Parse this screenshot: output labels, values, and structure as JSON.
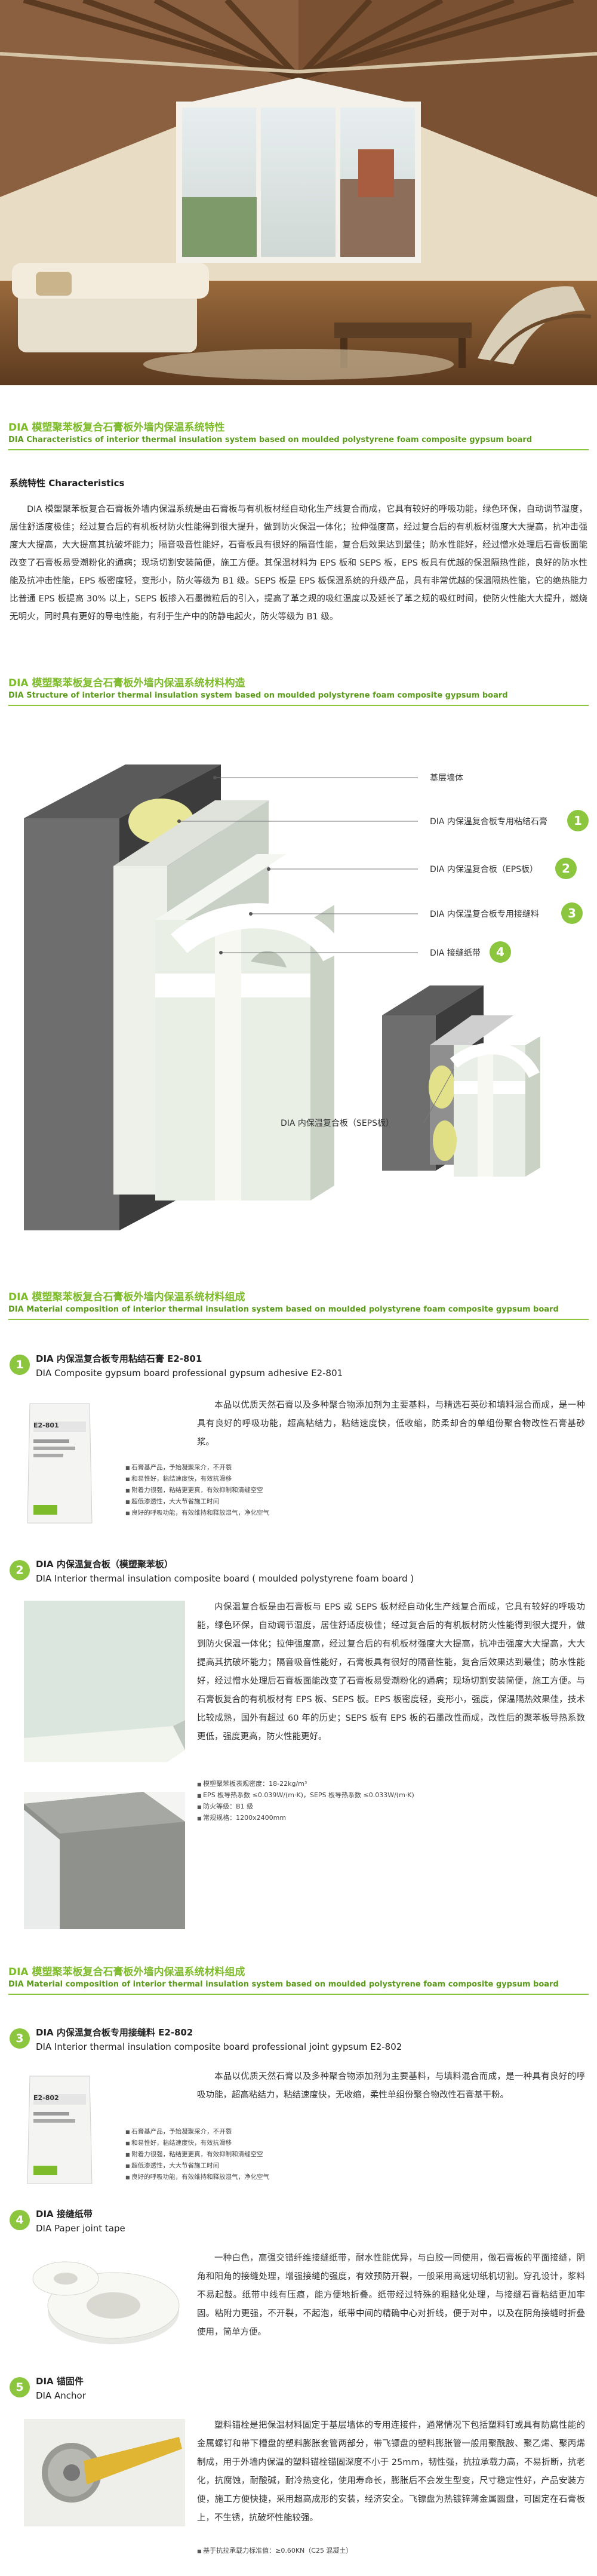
{
  "section1": {
    "title_cn": "DIA 模塑聚苯板复合石膏板外墙内保温系统特性",
    "title_en": "DIA Characteristics of interior thermal insulation system based on moulded polystyrene foam composite gypsum board",
    "subtitle": "系统特性  Characteristics",
    "paragraph": "DIA 模塑聚苯板复合石膏板外墙内保温系统是由石膏板与有机板材经自动化生产线复合而成，它具有较好的呼吸功能，绿色环保，自动调节湿度，居住舒适度极佳；经过复合后的有机板材防火性能得到很大提升，做到防火保温一体化；拉伸强度高，经过复合后的有机板材强度大大提高，抗冲击强度大大提高，大大提高其抗破坏能力；隔音吸音性能好，石膏板具有很好的隔音性能，复合后效果达到最佳；防水性能好，经过憎水处理后石膏板面能改变了石膏板易受潮粉化的通病；现场切割安装简便，施工方便。其保温材料为 EPS 板和 SEPS 板，EPS 板具有优越的保温隔热性能，良好的防水性能及抗冲击性能，EPS 板密度轻，变形小，防火等级为 B1 级。SEPS 板是 EPS 板保温系统的升级产品，具有非常优越的保温隔热性能，它的绝热能力比普通 EPS 板提高 30% 以上，SEPS 板掺入石墨微粒后的引入，提高了革之规的吸红温度以及延长了革之规的吸红时间，使防火性能大大提升，燃烧无明火，同时具有更好的导电性能，有利于生产中的防静电起火，防火等级为 B1 级。"
  },
  "section2": {
    "title_cn": "DIA 模塑聚苯板复合石膏板外墙内保温系统材料构造",
    "title_en": "DIA Structure of interior thermal insulation system based on moulded polystyrene foam composite gypsum board",
    "labels": [
      {
        "text": "基层墙体",
        "num": ""
      },
      {
        "text": "DIA 内保温复合板专用粘结石膏",
        "num": "1"
      },
      {
        "text": "DIA 内保温复合板（EPS板）",
        "num": "2"
      },
      {
        "text": "DIA 内保温复合板专用接缝料",
        "num": "3"
      },
      {
        "text": "DIA 接缝纸带",
        "num": "4"
      }
    ],
    "seps_label": "DIA 内保温复合板（SEPS板）"
  },
  "section3": {
    "title_cn": "DIA 模塑聚苯板复合石膏板外墙内保温系统材料组成",
    "title_en": "DIA Material composition of interior thermal insulation system based on moulded polystyrene foam composite gypsum board"
  },
  "section4": {
    "title_cn": "DIA 模塑聚苯板复合石膏板外墙内保温系统材料组成",
    "title_en": "DIA Material composition of interior thermal insulation system based on moulded polystyrene foam composite gypsum board"
  },
  "items": [
    {
      "num": "1",
      "t1": "DIA 内保温复合板专用粘结石膏 E2-801",
      "t2": "DIA Composite gypsum board professional gypsum adhesive E2-801",
      "desc": "本品以优质天然石膏以及多种聚合物添加剂为主要基料，与精选石英砂和填料混合而成，是一种具有良好的呼吸功能，超高粘结力，粘结速度快，低收缩，防柔却合的单组份聚合物改性石膏基砂浆。",
      "bullets": [
        "石膏基产品，予始凝聚采介，不开裂",
        "和易性好，粘结速度快，有效抗滑移",
        "附着力很强，粘结更更真，有效抑制和清缝空空",
        "超低渗透性，大大节省施工时间",
        "良好的呼吸功能，有效维持和释放湿气，净化空气"
      ],
      "bag_label": "E2-801"
    },
    {
      "num": "2",
      "t1": "DIA 内保温复合板（模塑聚苯板）",
      "t2": "DIA Interior thermal insulation composite board ( moulded polystyrene foam board )",
      "desc": "内保温复合板是由石膏板与 EPS 或 SEPS 板材经自动化生产线复合而成，它具有较好的呼吸功能，绿色环保，自动调节湿度，居住舒适度极佳；经过复合后的有机板材防火性能得到很大提升，做到防火保温一体化；拉伸强度高，经过复合后的有机板材强度大大提高，抗冲击强度大大提高，大大提高其抗破坏能力；隔音吸音性能好，石膏板具有很好的隔音性能，复合后效果达到最佳；防水性能好，经过憎水处理后石膏板面能改变了石膏板易受潮粉化的通病；现场切割安装简便，施工方便。与石膏板复合的有机板材有 EPS 板、SEPS 板。EPS 板密度轻，变形小，强度，保温隔热效果佳，技术比较成熟，国外有超过 60 年的历史；SEPS 板有 EPS 板的石墨改性而成，改性后的聚苯板导热系数更低，强度更高，防火性能更好。",
      "bullets": [
        "模塑聚苯板表观密度：18-22kg/m³",
        "EPS 板导热系数 ≤0.039W/(m·K)，SEPS 板导热系数 ≤0.033W/(m·K)",
        "防火等级：B1 级",
        "常规规格：1200x2400mm"
      ]
    },
    {
      "num": "3",
      "t1": "DIA 内保温复合板专用接缝料 E2-802",
      "t2": "DIA Interior thermal insulation composite board professional joint gypsum E2-802",
      "desc": "本品以优质天然石膏以及多种聚合物添加剂为主要基料，与填料混合而成，是一种具有良好的呼吸功能，超高粘结力，粘结速度快，无收缩，柔性单组份聚合物改性石膏基干粉。",
      "bullets": [
        "石膏基产品，予始凝聚采介，不开裂",
        "和易性好，粘结速度快，有效抗滑移",
        "附着力很强，粘结更更真，有效抑制和清缝空空",
        "超低渗透性，大大节省施工时间",
        "良好的呼吸功能，有效维持和释放湿气，净化空气"
      ],
      "bag_label": "E2-802"
    },
    {
      "num": "4",
      "t1": "DIA 接缝纸带",
      "t2": "DIA Paper joint tape",
      "desc": "一种白色，高强交错纤维接缝纸带，耐水性能优异，与白胶一同使用，做石膏板的平面接缝，阴角和阳角的接缝处理，增强接缝的强度，有效预防开裂，一般采用高速切纸机切割。穿孔设计，浆料不易起鼓。纸带中线有压痕，能方便地折叠。纸带经过特殊的粗糙化处理，与接缝石膏粘结更加牢固。粘附力更强，不开裂，不起泡，纸带中间的精确中心对折线，便于对中，以及在阴角接缝时折叠使用，简单方便。"
    },
    {
      "num": "5",
      "t1": "DIA 锚固件",
      "t2": "DIA Anchor",
      "desc": "塑料锚栓是把保温材料固定于基层墙体的专用连接件，通常情况下包括塑料钉或具有防腐性能的金属螺钉和带下槽盘的塑料膨胀套管两部分，带飞镖盘的塑料膨胀管一般用聚酰胺、聚乙烯、聚丙烯制成，用于外墙内保温的塑料锚栓锚固深度不小于 25mm，韧性强，抗拉承载力高，不易折断，抗老化，抗腐蚀，耐酸碱，耐冷热变化，使用寿命长，膨胀后不会发生型变，尺寸稳定性好，产品安装方便，施工方便快捷，采用超高成形的安装，经济安全。飞镖盘为热镀锌薄金属圆盘，可固定在石膏板上，不生锈，抗破坏性能较强。",
      "bullets": [
        "基于抗拉承载力标准值：≥0.60KN（C25 混凝土）"
      ]
    }
  ]
}
